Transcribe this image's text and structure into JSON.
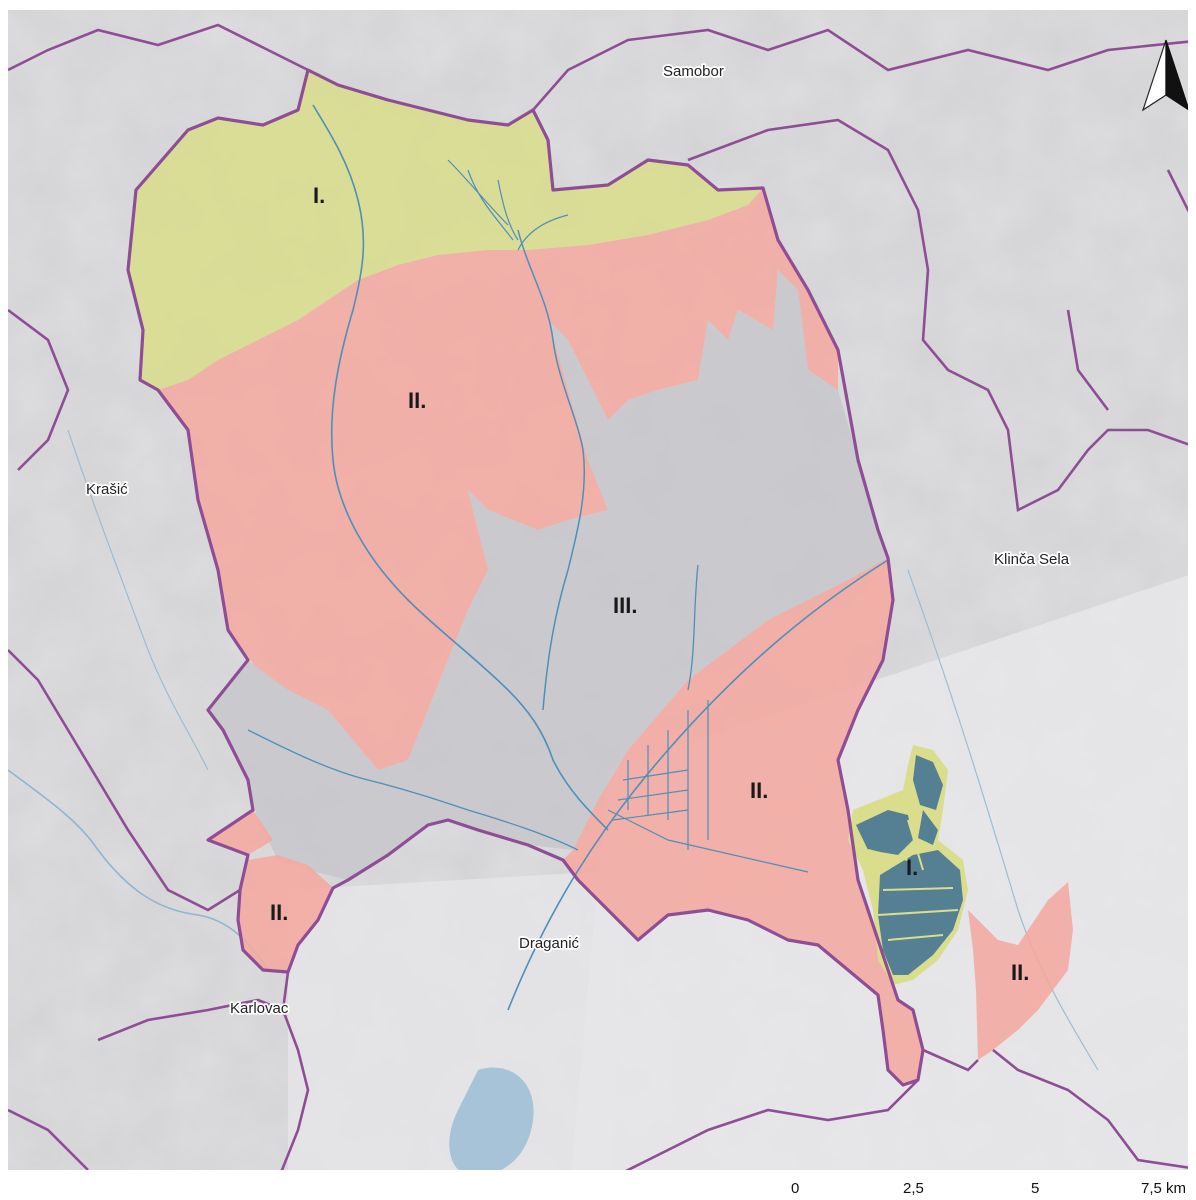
{
  "map": {
    "towns": {
      "samobor": "Samobor",
      "krasic": "Krašić",
      "klinca_sela": "Klinča Sela",
      "draganic": "Draganić",
      "karlovac": "Karlovac"
    },
    "zone_labels": {
      "zone_i_north": "I.",
      "zone_ii_center": "II.",
      "zone_iii": "III.",
      "zone_ii_east": "II.",
      "zone_i_ponds": "I.",
      "zone_ii_southwest": "II.",
      "zone_ii_southeast": "II."
    },
    "legend_colors": {
      "zone_i": "#d9dd8c",
      "zone_ii": "#f4a9a0",
      "zone_iii": "#c8c8cc",
      "water": "#4f8fb8",
      "fishponds": "#557f92",
      "boundary": "#8e4d95"
    }
  },
  "scale_bar": {
    "labels": [
      "0",
      "2,5",
      "5",
      "7,5 km"
    ]
  },
  "north_arrow": {
    "icon": "north-arrow-icon"
  }
}
